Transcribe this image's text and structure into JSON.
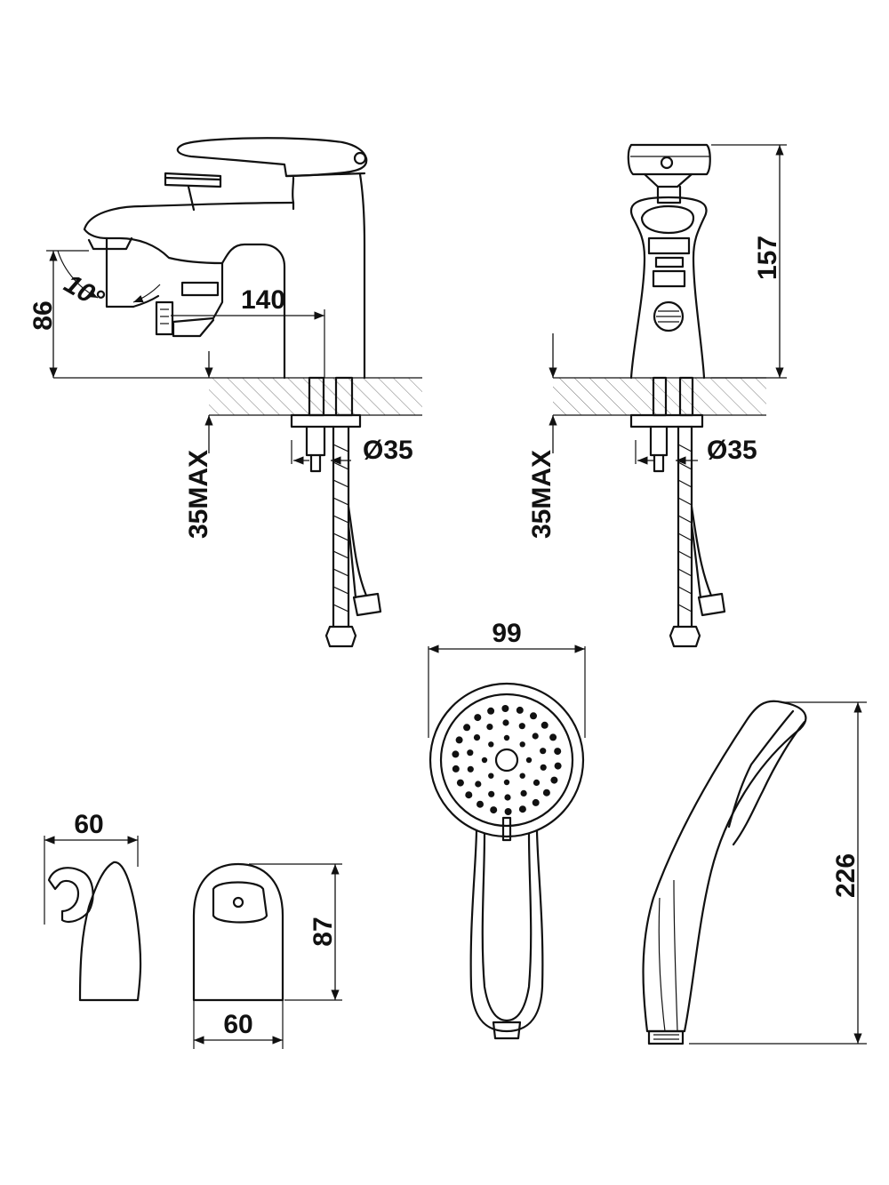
{
  "dimensions": {
    "front_height": "86",
    "spout_reach": "140",
    "spout_angle": "10°",
    "front_hole_diameter": "Ø35",
    "front_max_thickness": "35MAX",
    "side_height": "157",
    "side_hole_diameter": "Ø35",
    "side_max_thickness": "35MAX",
    "head_diameter": "99",
    "holder_width": "60",
    "bracket_width": "60",
    "bracket_height": "87",
    "shower_length": "226"
  },
  "colors": {
    "line": "#111111",
    "hatch": "#777777",
    "background": "#ffffff"
  }
}
